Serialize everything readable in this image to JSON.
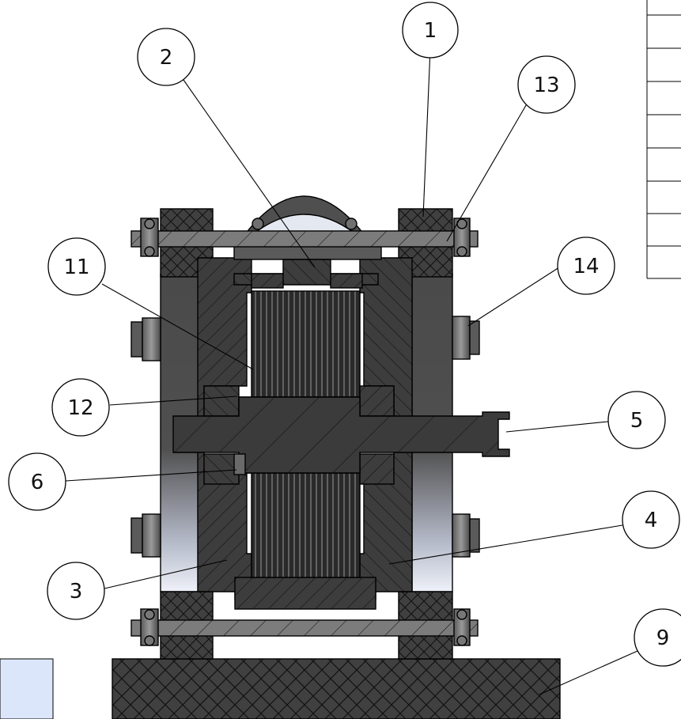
{
  "drawing": {
    "part_numbers": {
      "p1": "1",
      "p2": "2",
      "p3": "3",
      "p4": "4",
      "p5": "5",
      "p6": "6",
      "p9": "9",
      "p11": "11",
      "p12": "12",
      "p13": "13",
      "p14": "14"
    },
    "bom_table_rows": 8
  },
  "colors": {
    "hatch_dark": "#3c3c3c",
    "steel": "#8a8a8a",
    "plate_face": "#4a4a4a",
    "gradient_light": "#e8ecf6",
    "corner_box": "#dce6fb"
  }
}
